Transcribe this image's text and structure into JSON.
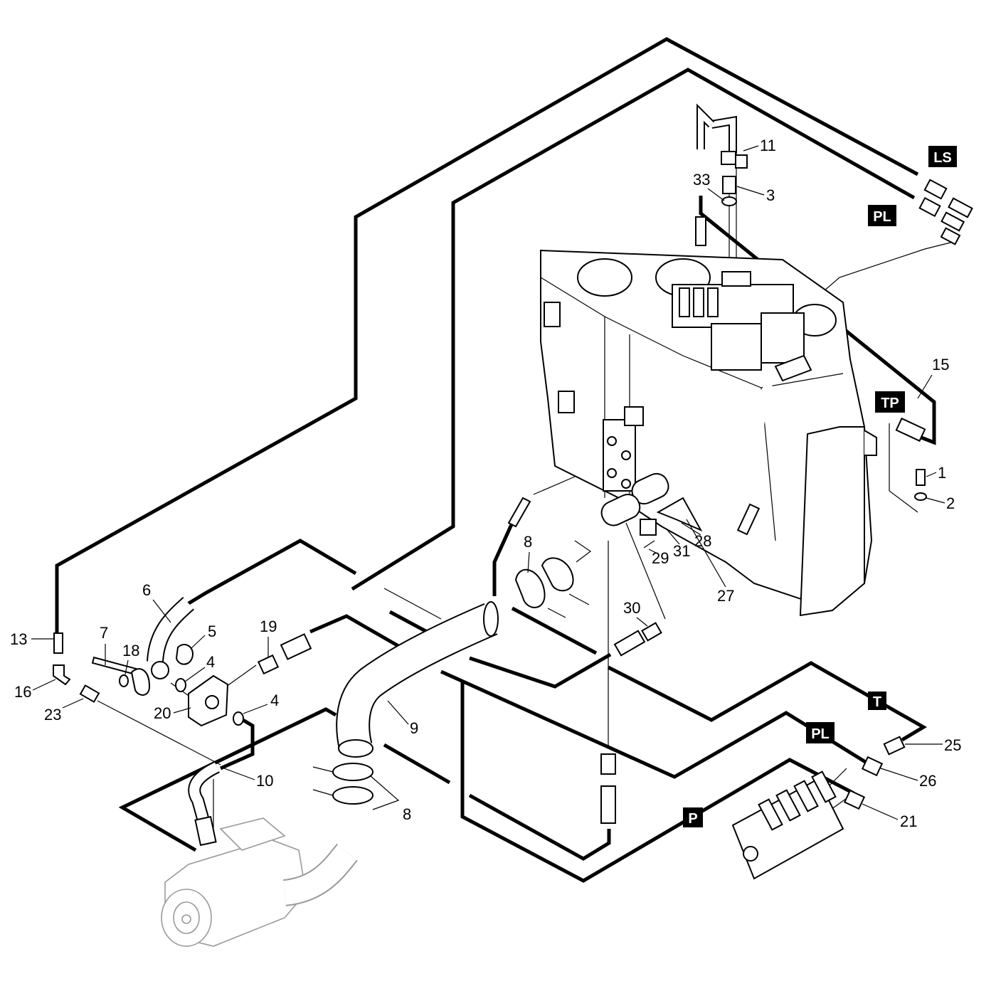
{
  "labels": {
    "p1": "1",
    "p2": "2",
    "p3": "3",
    "p4a": "4",
    "p4b": "4",
    "p5": "5",
    "p6": "6",
    "p7": "7",
    "p8a": "8",
    "p8b": "8",
    "p9": "9",
    "p10": "10",
    "p11": "11",
    "p13": "13",
    "p15": "15",
    "p16": "16",
    "p18": "18",
    "p19": "19",
    "p20": "20",
    "p21": "21",
    "p23": "23",
    "p25": "25",
    "p26": "26",
    "p27": "27",
    "p28": "28",
    "p29": "29",
    "p30": "30",
    "p31": "31",
    "p33": "33"
  },
  "tags": {
    "ls": "LS",
    "pl_top": "PL",
    "tp": "TP",
    "t": "T",
    "pl_bottom": "PL",
    "p": "P"
  },
  "colors": {
    "line": "#000000",
    "faint": "#999999",
    "tag_bg": "#000000",
    "tag_text": "#ffffff"
  }
}
